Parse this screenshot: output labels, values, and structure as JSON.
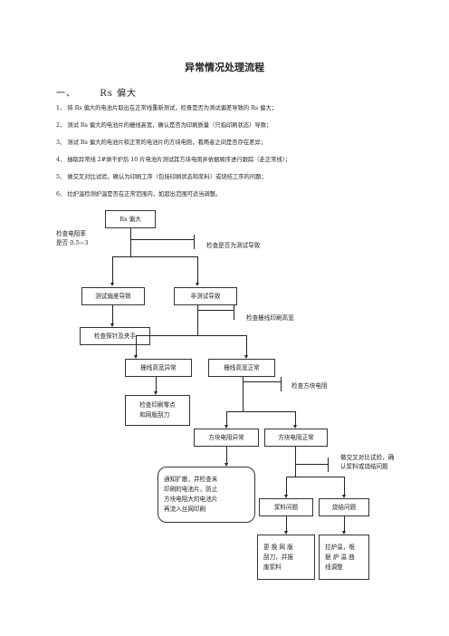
{
  "title": "异常情况处理流程",
  "section": {
    "number": "一、",
    "heading": "Rs 偏大"
  },
  "steps": [
    "1、 将 Rs 偏大的电池片取出在正常线重新测试，检查是否为测试偏差导致的 Rs 偏大；",
    "2、 测试 Rs 偏大的电池片的栅线高宽，确认是否为印刷质量（只指印刷状态）导致；",
    "3、 测试 Rs 偏大的电池片和正常的电池片的方块电阻，看两者之间是否存在差异；",
    "4、 抽取异常线 2#烘干炉后 10 片电池片测试其方块电阻并依据顺序进行跟踪（走正常线）；",
    "5、 做交叉对比试验，确认为印刷工序（包括印刷状态和浆料）或烧结工序的问题；",
    "6、 拉炉温检测炉温是否在正常范围内，如超出范围可适当调整。"
  ],
  "flow": {
    "start": "Rs 偏大",
    "note_resistivity_1": "检查电阻率",
    "note_resistivity_2": "是否 0.5~3",
    "note_test": "检查是否为测试导致",
    "test_deviation": "测试偏差导致",
    "not_test": "非测试导致",
    "check_probe": "检查探针及夹手",
    "note_grid": "检查栅线印刷高宽",
    "grid_abnormal": "栅线高宽异常",
    "grid_normal": "栅线高宽正常",
    "note_sheet": "检查方块电阻",
    "check_print_1": "检查印刷零点",
    "check_print_2": "和网版刮刀",
    "sheet_abnormal": "方块电阻异常",
    "sheet_normal": "方块电阻正常",
    "note_cross_1": "做交叉对比试验，确",
    "note_cross_2": "认浆料或烧结问题",
    "notify_1": "通知扩散，并检查未",
    "notify_2": "印刷的电池片，防止",
    "notify_3": "方块电阻大的电池片",
    "notify_4": "再流入丝网印刷",
    "paste_issue": "浆料问题",
    "sinter_issue": "烧结问题",
    "replace_1": "更 换 网 版",
    "replace_2": "刮刀，并报",
    "replace_3": "废浆料",
    "furnace_1": "拉炉温，根",
    "furnace_2": "据 炉 温 曲",
    "furnace_3": "线调整"
  }
}
